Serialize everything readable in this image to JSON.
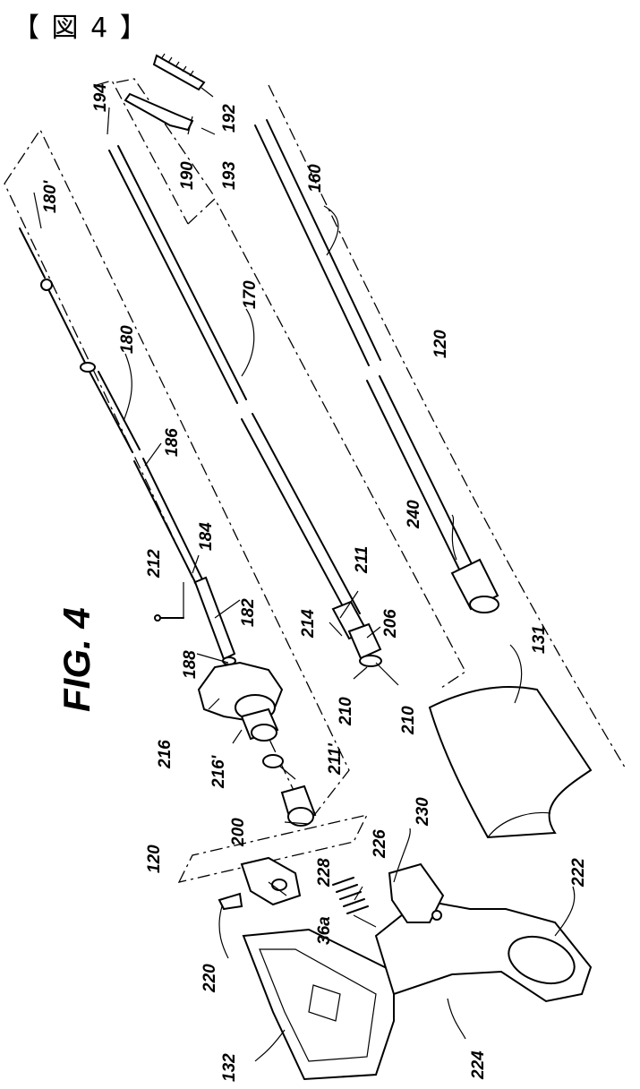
{
  "header": "【 図 4 】",
  "figure_title": "FIG. 4",
  "labels": {
    "l120a": "120",
    "l120b": "120",
    "l131": "131",
    "l132": "132",
    "l160": "160",
    "l170": "170",
    "l180": "180",
    "l180p": "180'",
    "l182": "182",
    "l184": "184",
    "l186": "186",
    "l188": "188",
    "l190": "190",
    "l192": "192",
    "l193": "193",
    "l194": "194",
    "l200": "200",
    "l206": "206",
    "l210a": "210",
    "l210b": "210",
    "l211": "211",
    "l211p": "211'",
    "l212": "212",
    "l214": "214",
    "l216": "216",
    "l216p": "216'",
    "l220": "220",
    "l222": "222",
    "l224": "224",
    "l226": "226",
    "l228": "228",
    "l230": "230",
    "l240": "240",
    "l36a": "36a"
  }
}
